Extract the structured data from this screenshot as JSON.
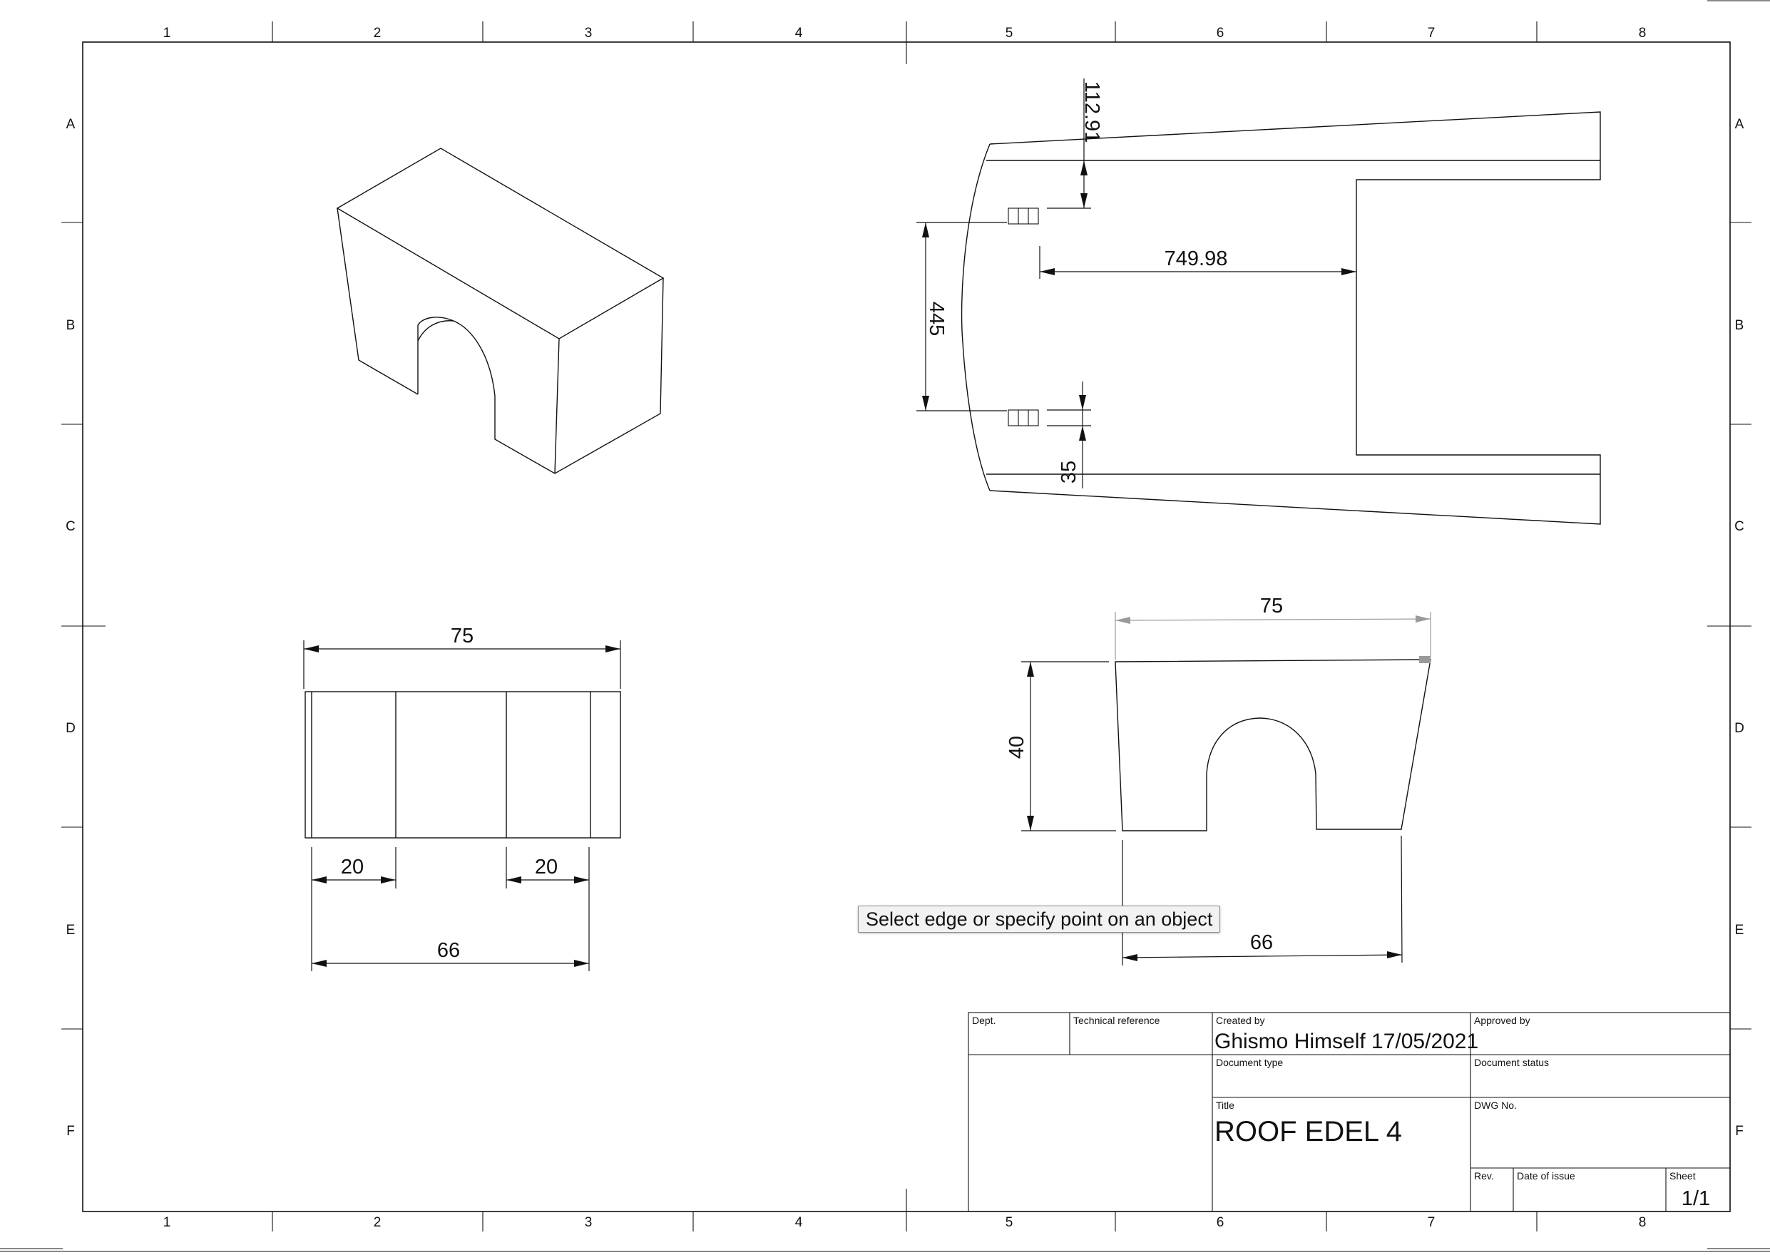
{
  "frame": {
    "columns": [
      "1",
      "2",
      "3",
      "4",
      "5",
      "6",
      "7",
      "8"
    ],
    "rows": [
      "A",
      "B",
      "C",
      "D",
      "E",
      "F"
    ]
  },
  "views": {
    "top_view": {
      "dims": [
        "112.91",
        "749.98",
        "445",
        "35"
      ]
    },
    "front_view": {
      "dims": [
        "75",
        "40",
        "66"
      ]
    },
    "side_view": {
      "dims": [
        "75",
        "20",
        "20",
        "66"
      ]
    },
    "isometric_view": {}
  },
  "tooltip": "Select edge or specify point on an object",
  "title_block": {
    "dept_label": "Dept.",
    "tech_ref_label": "Technical reference",
    "created_by_label": "Created by",
    "created_by_value": "Ghismo Himself 17/05/2021",
    "approved_by_label": "Approved by",
    "doc_type_label": "Document type",
    "doc_status_label": "Document status",
    "title_label": "Title",
    "title_value": "ROOF EDEL 4",
    "dwg_no_label": "DWG No.",
    "rev_label": "Rev.",
    "date_label": "Date of issue",
    "sheet_label": "Sheet",
    "sheet_value": "1/1"
  },
  "colors": {
    "line": "#111111",
    "dimension_grey": "#9a9a9a",
    "tooltip_bg": "#f2f2f2"
  }
}
